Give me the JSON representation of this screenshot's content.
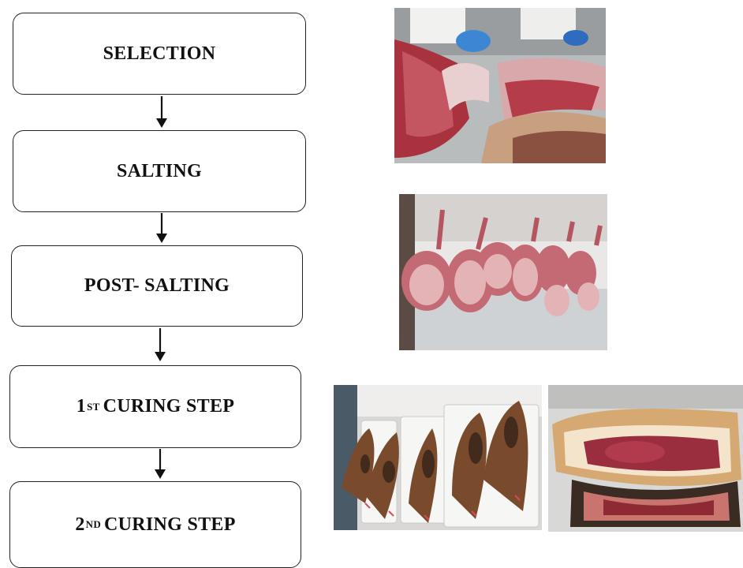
{
  "flowchart": {
    "steps": [
      {
        "id": "selection",
        "label": "SELECTION"
      },
      {
        "id": "salting",
        "label": "SALTING"
      },
      {
        "id": "post-salting",
        "label": "POST- SALTING"
      },
      {
        "id": "curing-1",
        "prefix": "1",
        "sup": "ST",
        "label": "CURING STEP"
      },
      {
        "id": "curing-2",
        "prefix": "2",
        "sup": "ND",
        "label": "CURING STEP"
      }
    ]
  }
}
